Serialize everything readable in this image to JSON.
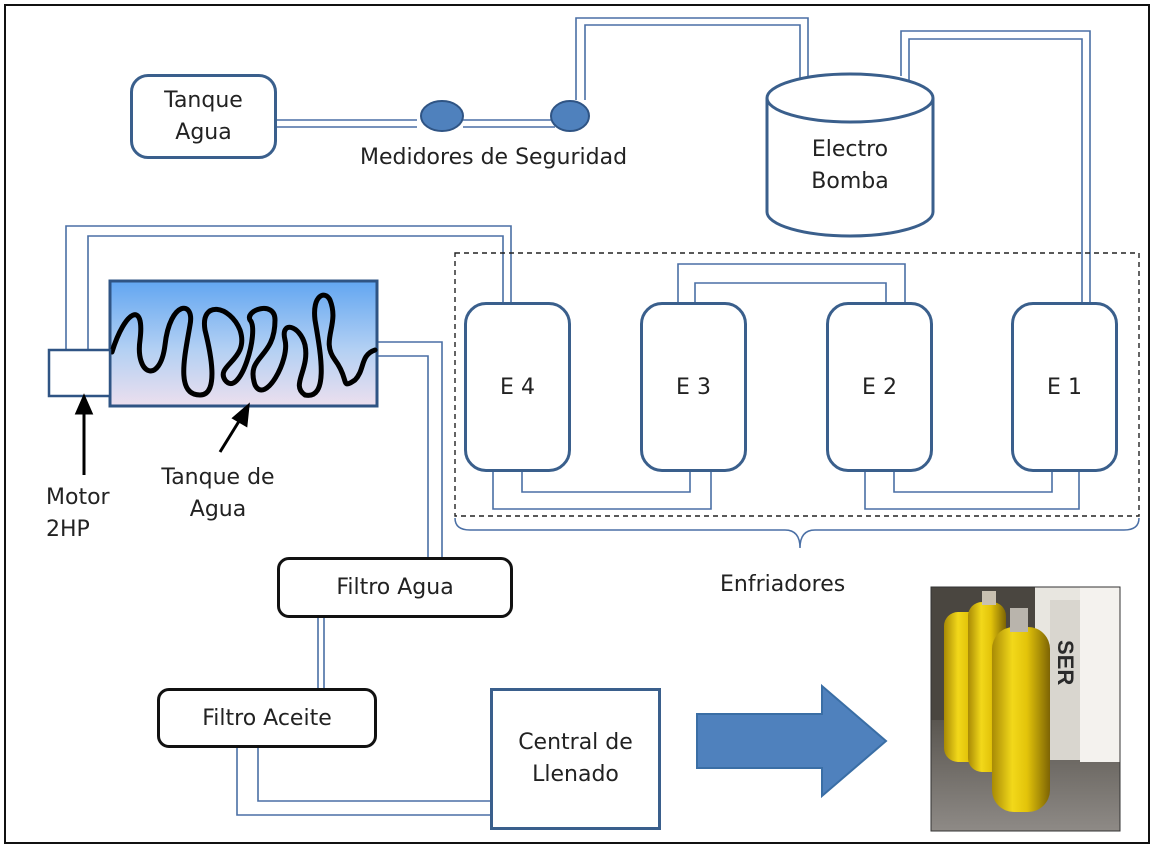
{
  "tanque_agua": {
    "label": "Tanque\nAgua"
  },
  "medidores": {
    "label": "Medidores de Seguridad"
  },
  "electro_bomba": {
    "label": "Electro\nBomba"
  },
  "coolers": [
    {
      "id": "e4",
      "label": "E 4"
    },
    {
      "id": "e3",
      "label": "E 3"
    },
    {
      "id": "e2",
      "label": "E 2"
    },
    {
      "id": "e1",
      "label": "E 1"
    }
  ],
  "enfriadores": {
    "label": "Enfriadores"
  },
  "motor": {
    "label": "Motor\n2HP"
  },
  "tanque_de_agua": {
    "label": "Tanque de\nAgua"
  },
  "filtro_agua": {
    "label": "Filtro Agua"
  },
  "filtro_aceite": {
    "label": "Filtro Aceite"
  },
  "central": {
    "label": "Central de\nLlenado"
  },
  "colors": {
    "pipe": "#4a6fa5",
    "accent": "#4f81bd",
    "border": "#3a5f8c"
  },
  "photo": {
    "text": "SER"
  }
}
